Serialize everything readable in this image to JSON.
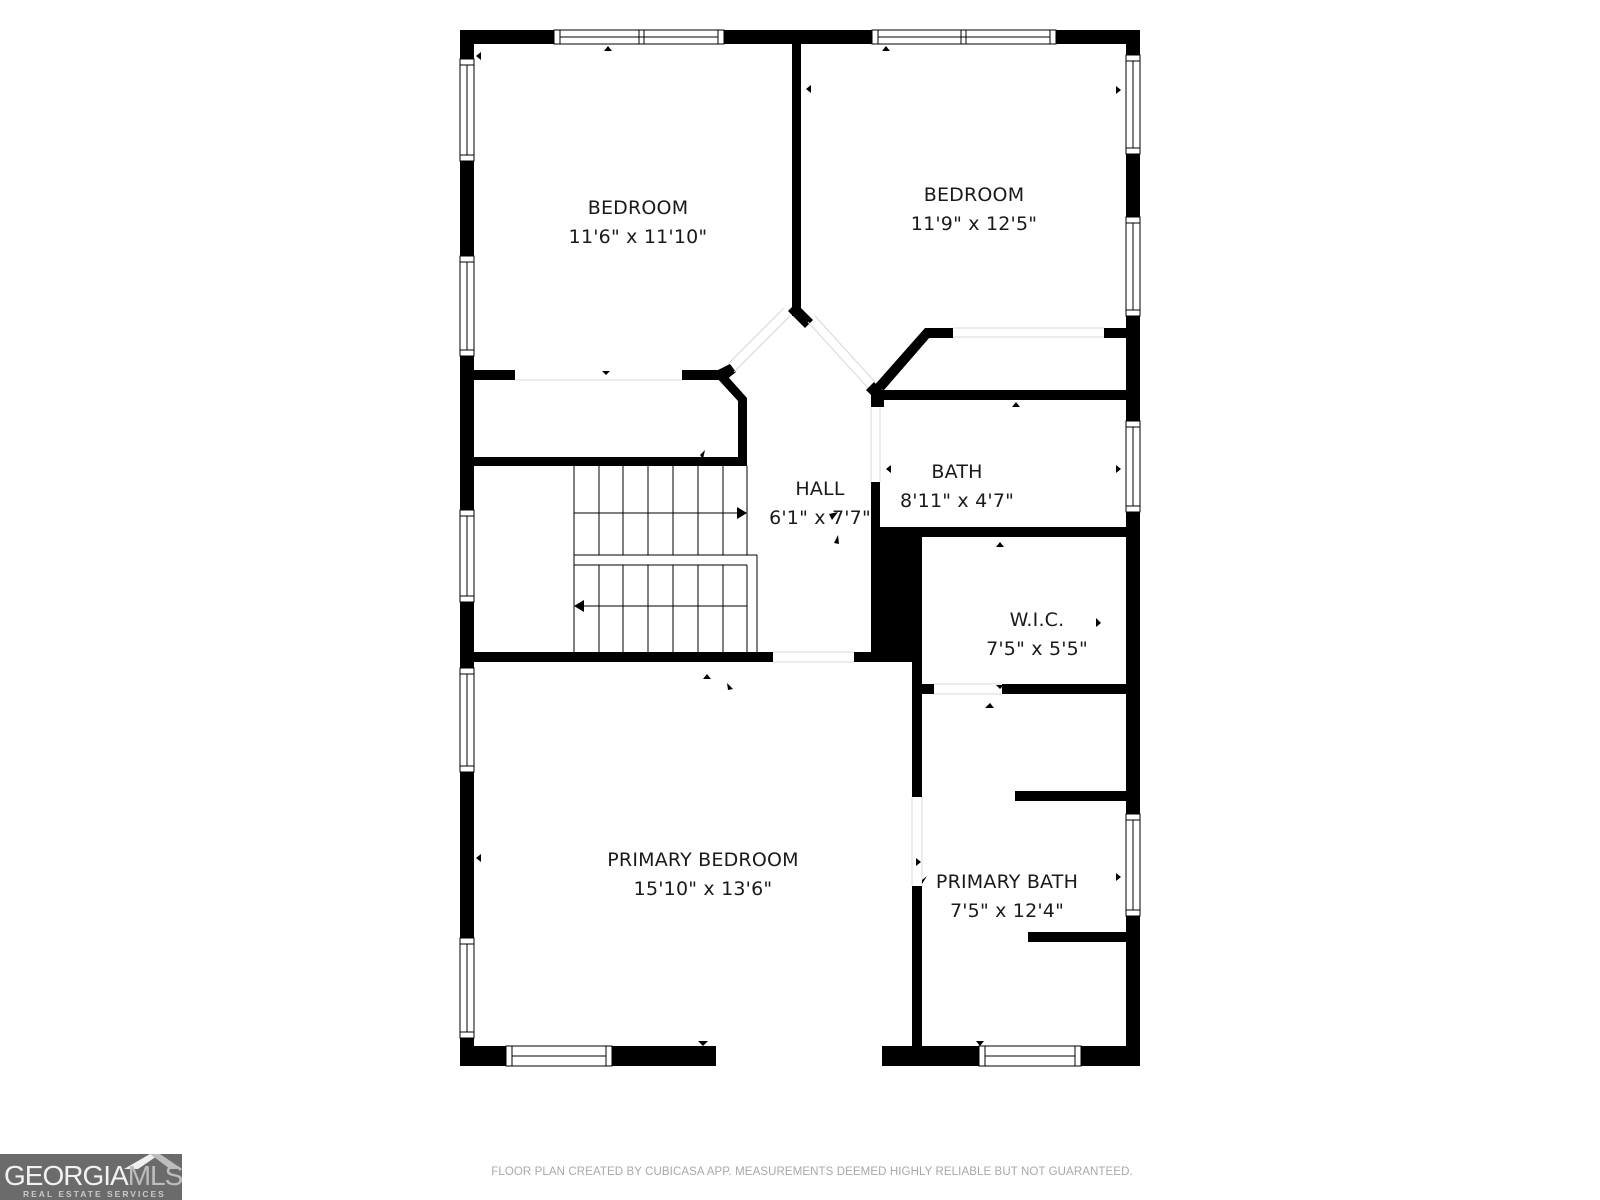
{
  "floor_plan": {
    "colors": {
      "wall": "#000000",
      "background": "#ffffff",
      "label": "#1a1a1a",
      "footer_text": "#a8a8a8",
      "logo_bg": "#6b6b6b"
    },
    "rooms": [
      {
        "id": "bedroom-1",
        "name": "BEDROOM",
        "dimensions": "11'6\" x 11'10\""
      },
      {
        "id": "bedroom-2",
        "name": "BEDROOM",
        "dimensions": "11'9\" x 12'5\""
      },
      {
        "id": "hall",
        "name": "HALL",
        "dimensions": "6'1\" x 7'7\""
      },
      {
        "id": "bath",
        "name": "BATH",
        "dimensions": "8'11\" x 4'7\""
      },
      {
        "id": "wic",
        "name": "W.I.C.",
        "dimensions": "7'5\" x 5'5\""
      },
      {
        "id": "primary-bedroom",
        "name": "PRIMARY BEDROOM",
        "dimensions": "15'10\" x 13'6\""
      },
      {
        "id": "primary-bath",
        "name": "PRIMARY BATH",
        "dimensions": "7'5\" x 12'4\""
      }
    ]
  },
  "footer": {
    "disclaimer": "FLOOR PLAN CREATED BY CUBICASA APP. MEASUREMENTS DEEMED HIGHLY RELIABLE BUT NOT GUARANTEED."
  },
  "logo": {
    "brand_primary": "GEORGIA",
    "brand_secondary": "MLS",
    "tagline": "REAL ESTATE SERVICES"
  }
}
